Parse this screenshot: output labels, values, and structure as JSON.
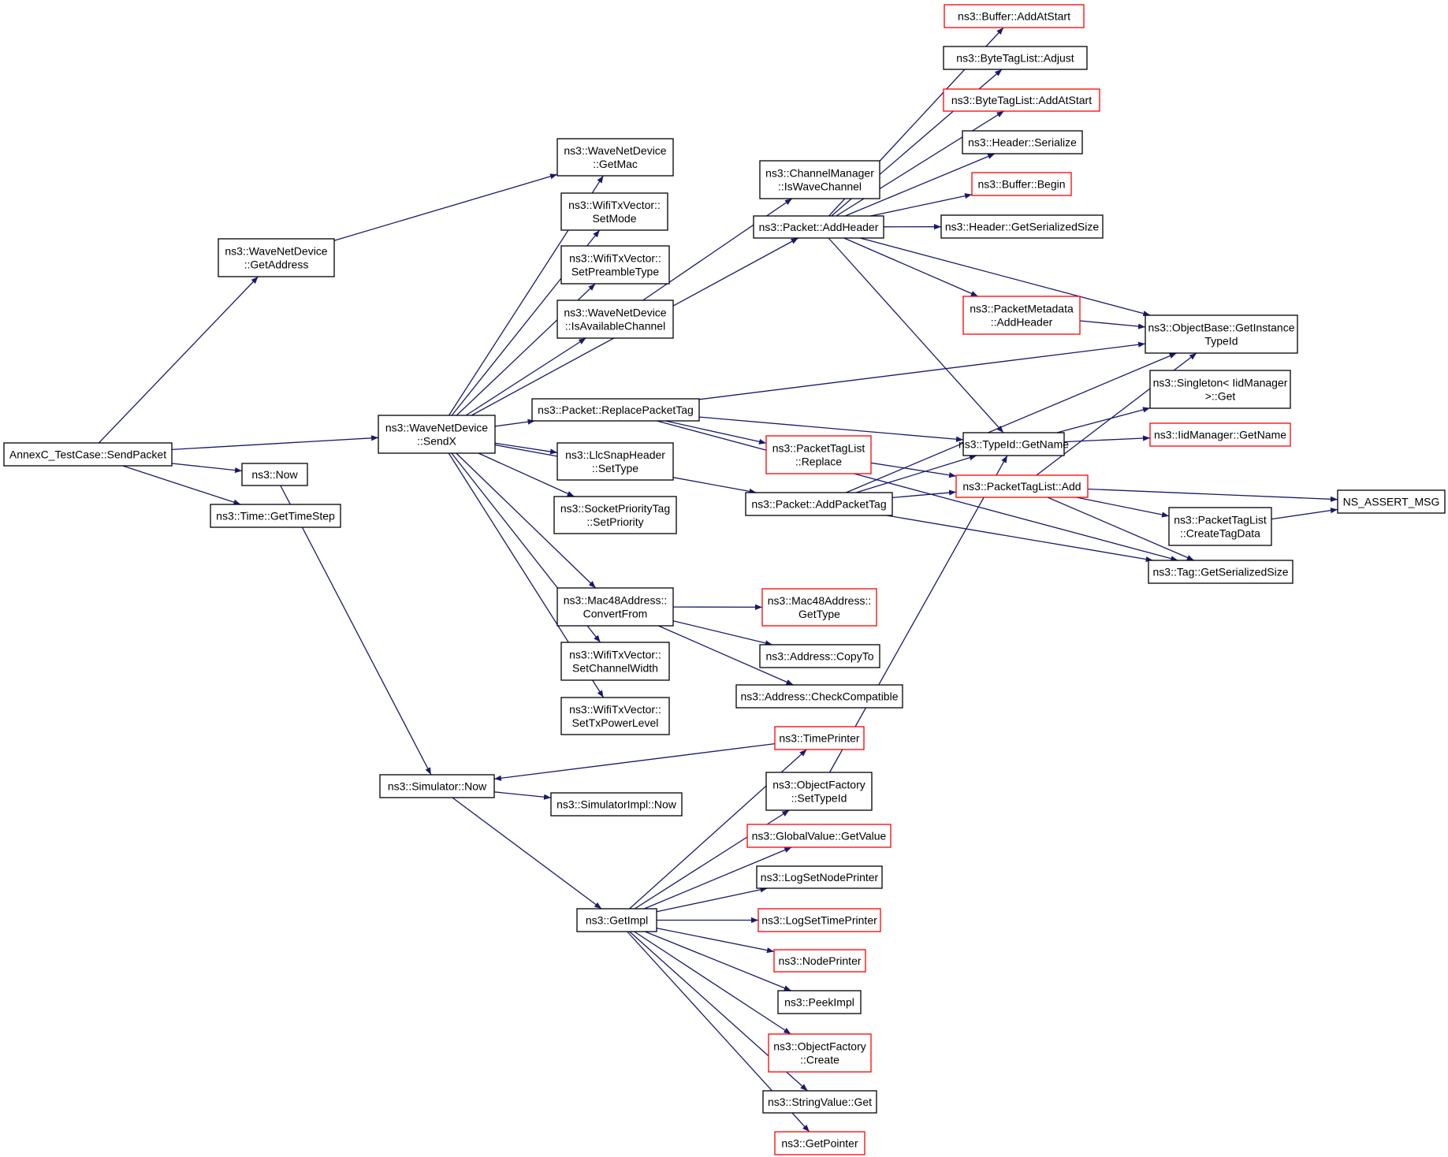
{
  "colors": {
    "edge": "#191970",
    "border_default": "#000000",
    "border_truncated": "#ff0000",
    "fill_root": "#bfbfbf",
    "fill_default": "#ffffff"
  },
  "nodes": [
    {
      "id": "root",
      "lines": [
        "AnnexC_TestCase::SendPacket"
      ],
      "style": "root"
    },
    {
      "id": "wnd_getaddress",
      "lines": [
        "ns3::WaveNetDevice",
        "::GetAddress"
      ],
      "style": "normal"
    },
    {
      "id": "wnd_sendx",
      "lines": [
        "ns3::WaveNetDevice",
        "::SendX"
      ],
      "style": "normal"
    },
    {
      "id": "now",
      "lines": [
        "ns3::Now"
      ],
      "style": "normal"
    },
    {
      "id": "time_gettimestep",
      "lines": [
        "ns3::Time::GetTimeStep"
      ],
      "style": "normal"
    },
    {
      "id": "wnd_getmac",
      "lines": [
        "ns3::WaveNetDevice",
        "::GetMac"
      ],
      "style": "normal"
    },
    {
      "id": "wtv_setmode",
      "lines": [
        "ns3::WifiTxVector::",
        "SetMode"
      ],
      "style": "normal"
    },
    {
      "id": "wtv_setpreambletype",
      "lines": [
        "ns3::WifiTxVector::",
        "SetPreambleType"
      ],
      "style": "normal"
    },
    {
      "id": "wnd_isavailablechannel",
      "lines": [
        "ns3::WaveNetDevice",
        "::IsAvailableChannel"
      ],
      "style": "normal"
    },
    {
      "id": "packet_replacepackettag",
      "lines": [
        "ns3::Packet::ReplacePacketTag"
      ],
      "style": "normal"
    },
    {
      "id": "llcsnap_settype",
      "lines": [
        "ns3::LlcSnapHeader",
        "::SetType"
      ],
      "style": "normal"
    },
    {
      "id": "socketprioritytag_setpriority",
      "lines": [
        "ns3::SocketPriorityTag",
        "::SetPriority"
      ],
      "style": "normal"
    },
    {
      "id": "mac48_convertfrom",
      "lines": [
        "ns3::Mac48Address::",
        "ConvertFrom"
      ],
      "style": "normal"
    },
    {
      "id": "wtv_setchannelwidth",
      "lines": [
        "ns3::WifiTxVector::",
        "SetChannelWidth"
      ],
      "style": "normal"
    },
    {
      "id": "wtv_settxpowerlevel",
      "lines": [
        "ns3::WifiTxVector::",
        "SetTxPowerLevel"
      ],
      "style": "normal"
    },
    {
      "id": "chman_iswavechannel",
      "lines": [
        "ns3::ChannelManager",
        "::IsWaveChannel"
      ],
      "style": "normal"
    },
    {
      "id": "packet_addheader",
      "lines": [
        "ns3::Packet::AddHeader"
      ],
      "style": "normal"
    },
    {
      "id": "ptl_replace",
      "lines": [
        "ns3::PacketTagList",
        "::Replace"
      ],
      "style": "truncated"
    },
    {
      "id": "packet_addpackettag",
      "lines": [
        "ns3::Packet::AddPacketTag"
      ],
      "style": "normal"
    },
    {
      "id": "mac48_gettype",
      "lines": [
        "ns3::Mac48Address::",
        "GetType"
      ],
      "style": "truncated"
    },
    {
      "id": "address_copyto",
      "lines": [
        "ns3::Address::CopyTo"
      ],
      "style": "normal"
    },
    {
      "id": "address_checkcompatible",
      "lines": [
        "ns3::Address::CheckCompatible"
      ],
      "style": "normal"
    },
    {
      "id": "buffer_addatstart",
      "lines": [
        "ns3::Buffer::AddAtStart"
      ],
      "style": "truncated"
    },
    {
      "id": "btl_adjust",
      "lines": [
        "ns3::ByteTagList::Adjust"
      ],
      "style": "normal"
    },
    {
      "id": "btl_addatstart",
      "lines": [
        "ns3::ByteTagList::AddAtStart"
      ],
      "style": "truncated"
    },
    {
      "id": "header_serialize",
      "lines": [
        "ns3::Header::Serialize"
      ],
      "style": "normal"
    },
    {
      "id": "buffer_begin",
      "lines": [
        "ns3::Buffer::Begin"
      ],
      "style": "truncated"
    },
    {
      "id": "header_getserializedsize",
      "lines": [
        "ns3::Header::GetSerializedSize"
      ],
      "style": "normal"
    },
    {
      "id": "pmd_addheader",
      "lines": [
        "ns3::PacketMetadata",
        "::AddHeader"
      ],
      "style": "truncated"
    },
    {
      "id": "objbase_getinstancetypeid",
      "lines": [
        "ns3::ObjectBase::GetInstance",
        "TypeId"
      ],
      "style": "normal"
    },
    {
      "id": "singleton_get",
      "lines": [
        "ns3::Singleton< IidManager",
        ">::Get"
      ],
      "style": "normal"
    },
    {
      "id": "typeid_getname",
      "lines": [
        "ns3::TypeId::GetName"
      ],
      "style": "normal"
    },
    {
      "id": "iidmanager_getname",
      "lines": [
        "ns3::IidManager::GetName"
      ],
      "style": "truncated"
    },
    {
      "id": "ptl_add",
      "lines": [
        "ns3::PacketTagList::Add"
      ],
      "style": "truncated"
    },
    {
      "id": "ns_assert_msg",
      "lines": [
        "NS_ASSERT_MSG"
      ],
      "style": "normal"
    },
    {
      "id": "ptl_createtagdata",
      "lines": [
        "ns3::PacketTagList",
        "::CreateTagData"
      ],
      "style": "normal"
    },
    {
      "id": "tag_getserializedsize",
      "lines": [
        "ns3::Tag::GetSerializedSize"
      ],
      "style": "normal"
    },
    {
      "id": "timeprinter",
      "lines": [
        "ns3::TimePrinter"
      ],
      "style": "truncated"
    },
    {
      "id": "simulator_now",
      "lines": [
        "ns3::Simulator::Now"
      ],
      "style": "normal"
    },
    {
      "id": "simulatorimpl_now",
      "lines": [
        "ns3::SimulatorImpl::Now"
      ],
      "style": "normal"
    },
    {
      "id": "objfactory_settypeid",
      "lines": [
        "ns3::ObjectFactory",
        "::SetTypeId"
      ],
      "style": "normal"
    },
    {
      "id": "globalvalue_getvalue",
      "lines": [
        "ns3::GlobalValue::GetValue"
      ],
      "style": "truncated"
    },
    {
      "id": "logsetnodeprinter",
      "lines": [
        "ns3::LogSetNodePrinter"
      ],
      "style": "normal"
    },
    {
      "id": "getimpl",
      "lines": [
        "ns3::GetImpl"
      ],
      "style": "normal"
    },
    {
      "id": "logsettimeprinter",
      "lines": [
        "ns3::LogSetTimePrinter"
      ],
      "style": "truncated"
    },
    {
      "id": "nodeprinter",
      "lines": [
        "ns3::NodePrinter"
      ],
      "style": "truncated"
    },
    {
      "id": "peekimpl",
      "lines": [
        "ns3::PeekImpl"
      ],
      "style": "normal"
    },
    {
      "id": "objfactory_create",
      "lines": [
        "ns3::ObjectFactory",
        "::Create"
      ],
      "style": "truncated"
    },
    {
      "id": "stringvalue_get",
      "lines": [
        "ns3::StringValue::Get"
      ],
      "style": "normal"
    },
    {
      "id": "getpointer",
      "lines": [
        "ns3::GetPointer"
      ],
      "style": "truncated"
    }
  ],
  "edges": [
    [
      "root",
      "wnd_getaddress"
    ],
    [
      "root",
      "wnd_sendx"
    ],
    [
      "root",
      "now"
    ],
    [
      "root",
      "time_gettimestep"
    ],
    [
      "wnd_getaddress",
      "wnd_getmac"
    ],
    [
      "wnd_sendx",
      "wnd_getmac"
    ],
    [
      "wnd_sendx",
      "wtv_setmode"
    ],
    [
      "wnd_sendx",
      "wtv_setpreambletype"
    ],
    [
      "wnd_sendx",
      "wnd_isavailablechannel"
    ],
    [
      "wnd_sendx",
      "packet_addheader"
    ],
    [
      "wnd_sendx",
      "packet_replacepackettag"
    ],
    [
      "wnd_sendx",
      "llcsnap_settype"
    ],
    [
      "wnd_sendx",
      "socketprioritytag_setpriority"
    ],
    [
      "wnd_sendx",
      "packet_addpackettag"
    ],
    [
      "wnd_sendx",
      "mac48_convertfrom"
    ],
    [
      "wnd_sendx",
      "wtv_setchannelwidth"
    ],
    [
      "wnd_sendx",
      "wtv_settxpowerlevel"
    ],
    [
      "now",
      "simulator_now"
    ],
    [
      "wnd_isavailablechannel",
      "chman_iswavechannel"
    ],
    [
      "packet_addheader",
      "buffer_addatstart"
    ],
    [
      "packet_addheader",
      "btl_adjust"
    ],
    [
      "packet_addheader",
      "btl_addatstart"
    ],
    [
      "packet_addheader",
      "header_serialize"
    ],
    [
      "packet_addheader",
      "buffer_begin"
    ],
    [
      "packet_addheader",
      "header_getserializedsize"
    ],
    [
      "packet_addheader",
      "pmd_addheader"
    ],
    [
      "packet_addheader",
      "objbase_getinstancetypeid"
    ],
    [
      "packet_addheader",
      "typeid_getname"
    ],
    [
      "packet_replacepackettag",
      "objbase_getinstancetypeid"
    ],
    [
      "packet_replacepackettag",
      "typeid_getname"
    ],
    [
      "packet_replacepackettag",
      "ptl_replace"
    ],
    [
      "packet_replacepackettag",
      "tag_getserializedsize"
    ],
    [
      "packet_addpackettag",
      "objbase_getinstancetypeid"
    ],
    [
      "packet_addpackettag",
      "typeid_getname"
    ],
    [
      "packet_addpackettag",
      "ptl_add"
    ],
    [
      "packet_addpackettag",
      "tag_getserializedsize"
    ],
    [
      "pmd_addheader",
      "objbase_getinstancetypeid"
    ],
    [
      "ptl_replace",
      "ptl_add"
    ],
    [
      "mac48_convertfrom",
      "mac48_gettype"
    ],
    [
      "mac48_convertfrom",
      "address_copyto"
    ],
    [
      "mac48_convertfrom",
      "address_checkcompatible"
    ],
    [
      "typeid_getname",
      "singleton_get"
    ],
    [
      "typeid_getname",
      "iidmanager_getname"
    ],
    [
      "ptl_add",
      "objbase_getinstancetypeid"
    ],
    [
      "ptl_add",
      "ns_assert_msg"
    ],
    [
      "ptl_add",
      "ptl_createtagdata"
    ],
    [
      "ptl_add",
      "tag_getserializedsize"
    ],
    [
      "ptl_createtagdata",
      "ns_assert_msg"
    ],
    [
      "simulator_now",
      "simulatorimpl_now"
    ],
    [
      "simulator_now",
      "getimpl"
    ],
    [
      "timeprinter",
      "simulator_now"
    ],
    [
      "objfactory_settypeid",
      "typeid_getname"
    ],
    [
      "getimpl",
      "timeprinter"
    ],
    [
      "getimpl",
      "objfactory_settypeid"
    ],
    [
      "getimpl",
      "globalvalue_getvalue"
    ],
    [
      "getimpl",
      "logsetnodeprinter"
    ],
    [
      "getimpl",
      "logsettimeprinter"
    ],
    [
      "getimpl",
      "nodeprinter"
    ],
    [
      "getimpl",
      "peekimpl"
    ],
    [
      "getimpl",
      "objfactory_create"
    ],
    [
      "getimpl",
      "stringvalue_get"
    ],
    [
      "getimpl",
      "getpointer"
    ]
  ]
}
